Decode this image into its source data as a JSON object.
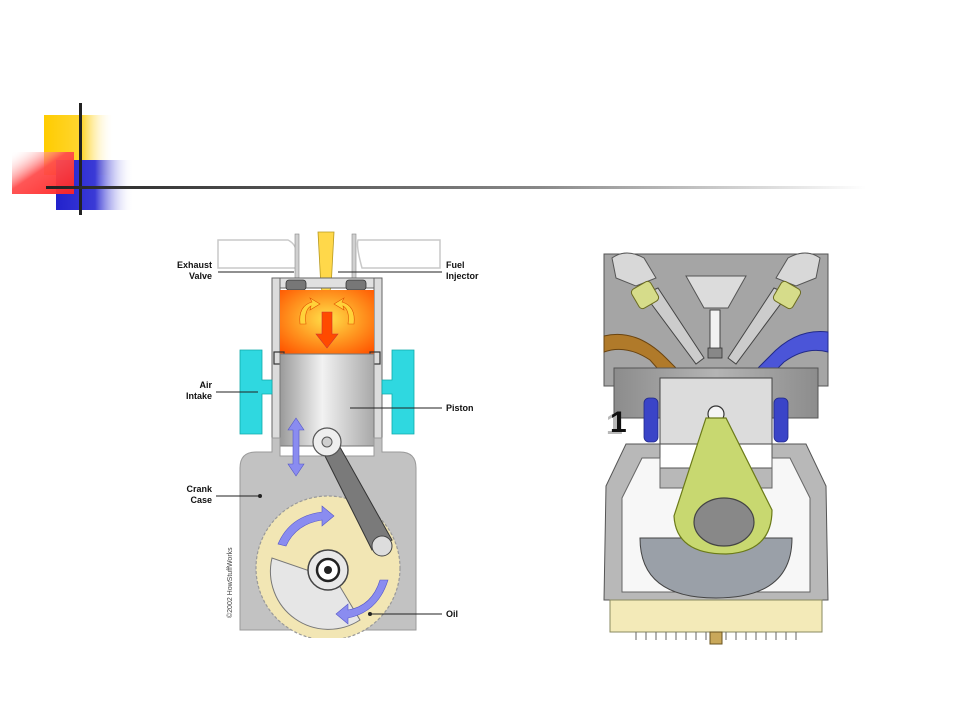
{
  "slide": {
    "title": "",
    "accent_colors": {
      "yellow": "#ffcc00",
      "red": "#ff3333",
      "blue": "#2222cc",
      "rule": "#333333"
    }
  },
  "left_diagram": {
    "labels": {
      "exhaust_valve_1": "Exhaust",
      "exhaust_valve_2": "Valve",
      "fuel_injector_1": "Fuel",
      "fuel_injector_2": "Injector",
      "air_intake_1": "Air",
      "air_intake_2": "Intake",
      "piston": "Piston",
      "crank_case_1": "Crank",
      "crank_case_2": "Case",
      "oil": "Oil"
    },
    "credit": "©2002 HowStuffWorks",
    "colors": {
      "combustion": "#ff7a10",
      "intake_port": "#2fd8e0",
      "piston": "#c8c8c8",
      "crank_case": "#bdbdbd",
      "oil": "#f2e6b4",
      "arrows": "#8a8cf0"
    }
  },
  "right_diagram": {
    "frame_number": "1",
    "colors": {
      "engine_block": "#9a9a9a",
      "intake_pipe": "#b07a2a",
      "exhaust_pipe": "#4b55d8",
      "connecting_rod": "#c8d870",
      "oil_sump": "#f3eab8",
      "counterweight": "#9aa0a8"
    }
  }
}
